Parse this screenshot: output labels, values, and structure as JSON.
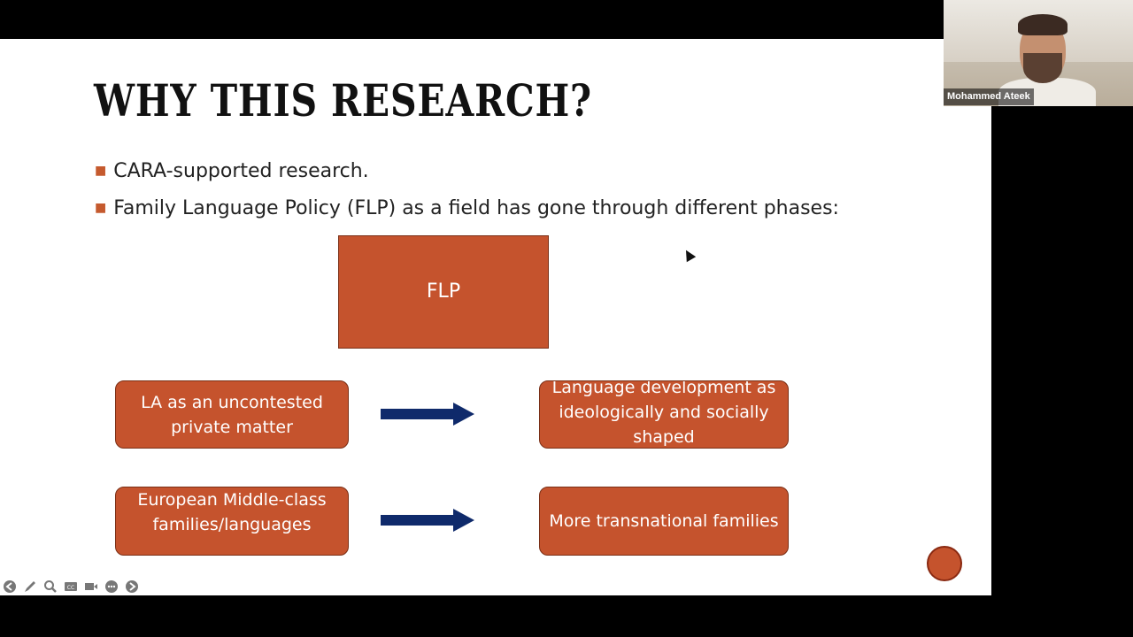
{
  "slide": {
    "title": "WHY THIS RESEARCH?",
    "bullets": [
      "CARA-supported research.",
      "Family Language Policy (FLP) as a field has gone through different phases:"
    ],
    "diagram": {
      "top_box": "FLP",
      "rows": [
        {
          "from": "LA as an uncontested private matter",
          "to": "Language development as ideologically and socially shaped"
        },
        {
          "from": "European Middle-class families/languages",
          "to": "More transnational families"
        }
      ]
    }
  },
  "video_tile": {
    "participant_name": "Mohammed Ateek"
  },
  "toolbar": {
    "icons": [
      "back-icon",
      "pen-icon",
      "zoom-icon",
      "captions-icon",
      "camera-icon",
      "more-icon",
      "forward-icon"
    ]
  },
  "colors": {
    "box_fill": "#c5532d",
    "arrow": "#0f2a6b",
    "bullet_mark": "#c55a2e"
  }
}
